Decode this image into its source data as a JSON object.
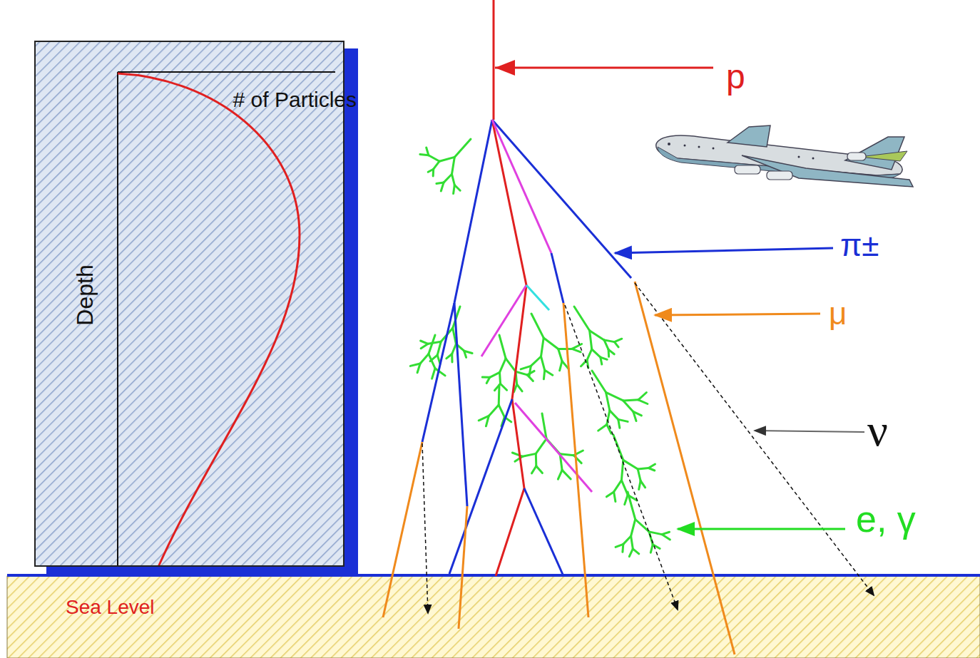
{
  "diagram": {
    "nodes": [
      {
        "text": [
          "# of Particles",
          "Depth"
        ]
      },
      {
        "text": [
          "Sea Level"
        ]
      }
    ],
    "labels": [
      "p",
      "π±",
      "μ",
      "ν",
      "e, γ"
    ]
  }
}
